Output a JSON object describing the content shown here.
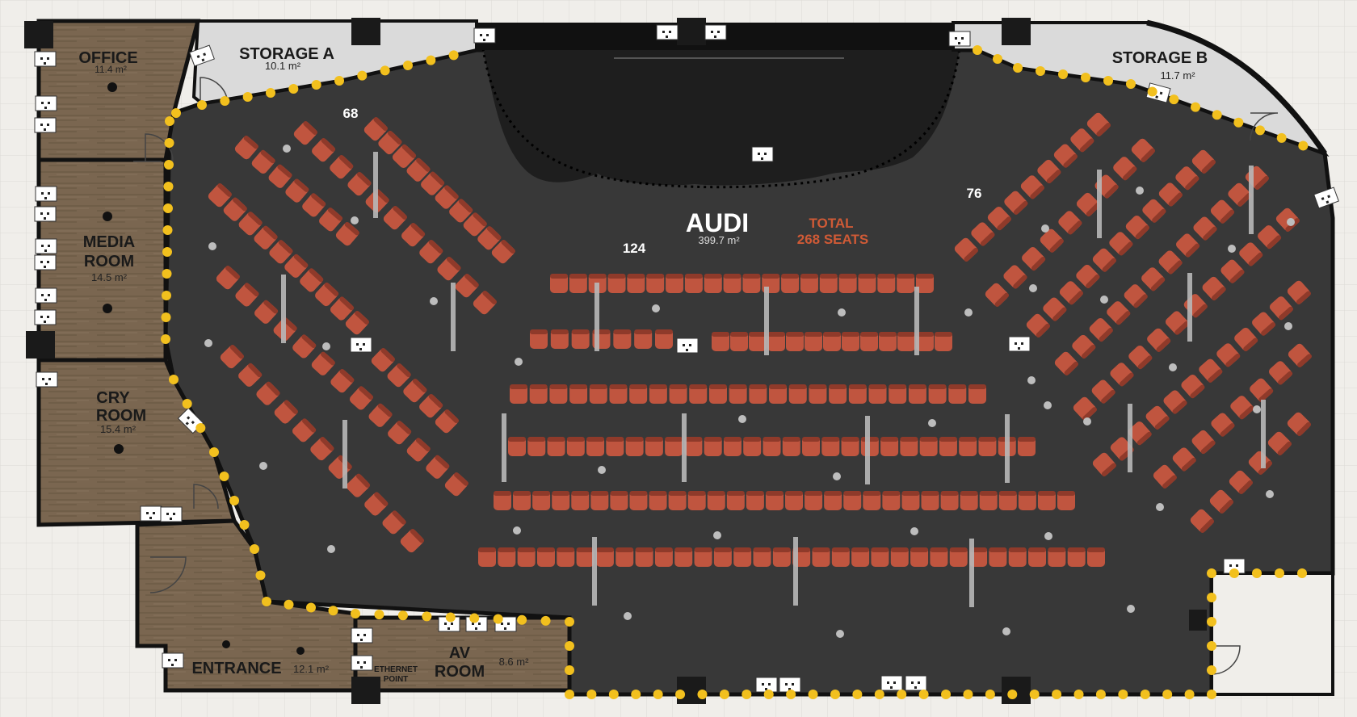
{
  "colors": {
    "background": "#f0eeea",
    "grid": "#dcdad5",
    "wall": "#111111",
    "floor_dark": "#383838",
    "stage": "#1e1e1e",
    "wood": "#7a6650",
    "storage": "#dadada",
    "seat": "#c0553f",
    "seat_back": "#8f3a2a",
    "path_dots": "#f2c01e",
    "total_text": "#cf5a36"
  },
  "icons": [
    "power-outlet-icon",
    "door-swing-icon",
    "ceiling-light-icon",
    "column-icon"
  ],
  "rooms": {
    "office": {
      "name": "OFFICE",
      "area": "11.4 m²"
    },
    "storage_a": {
      "name": "STORAGE A",
      "area": "10.1 m²"
    },
    "storage_b": {
      "name": "STORAGE B",
      "area": "11.7 m²"
    },
    "media_room": {
      "name_line1": "MEDIA",
      "name_line2": "ROOM",
      "area": "14.5 m²"
    },
    "cry_room": {
      "name_line1": "CRY",
      "name_line2": "ROOM",
      "area": "15.4 m²"
    },
    "entrance": {
      "name": "ENTRANCE",
      "area": "12.1 m²"
    },
    "av_room": {
      "name_line1": "AV",
      "name_line2": "ROOM",
      "area": "8.6 m²"
    },
    "ethernet": {
      "line1": "ETHERNET",
      "line2": "POINT"
    },
    "audi": {
      "name": "AUDI",
      "area": "399.7 m²"
    }
  },
  "seating": {
    "total_line1": "TOTAL",
    "total_line2": "268 SEATS",
    "left_count": "68",
    "center_count": "124",
    "right_count": "76"
  }
}
